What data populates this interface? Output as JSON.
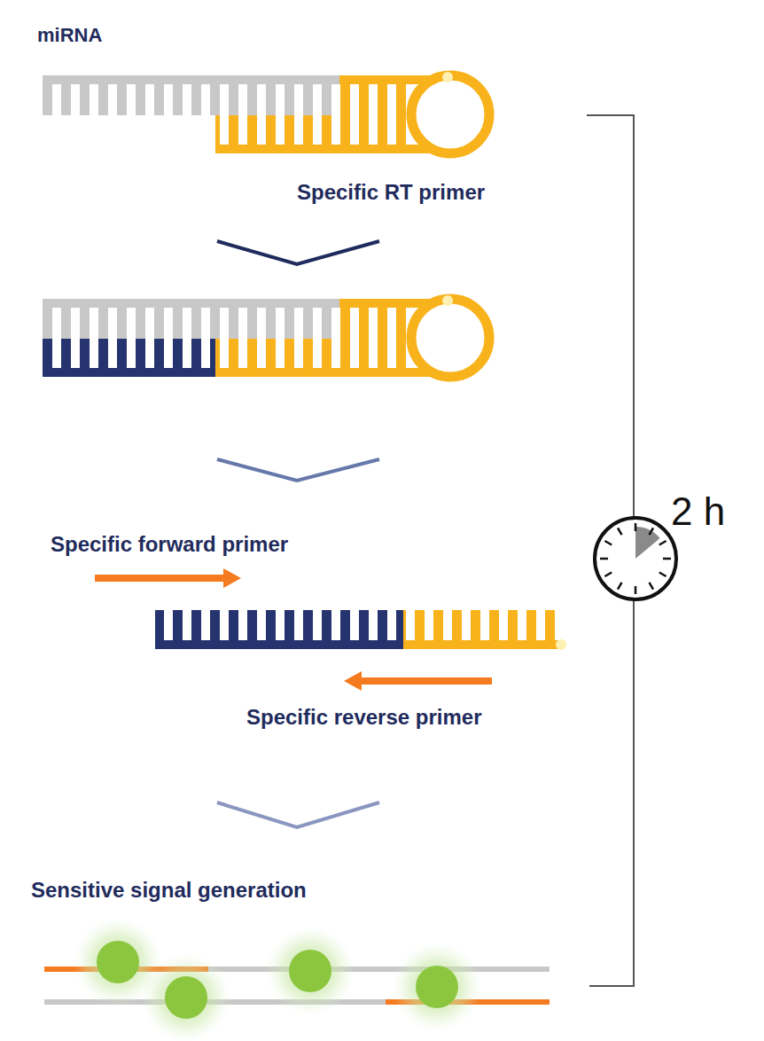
{
  "diagram": {
    "labels": [
      "miRNA",
      "Specific RT primer",
      "Specific forward primer",
      "Specific reverse primer",
      "Sensitive signal generation",
      "2 h"
    ]
  }
}
